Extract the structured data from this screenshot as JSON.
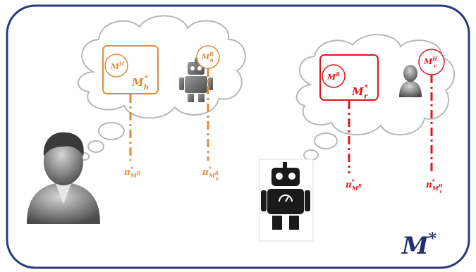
{
  "colors": {
    "frame_border": "#2b3a7a",
    "human_model": "#e08a3c",
    "robot_model": "#e0141c",
    "cloud_stroke": "#b8b8b8",
    "robot_fill": "#1a1a1a",
    "title_color": "#23306e"
  },
  "human_cloud": {
    "model_box_inner": "M",
    "model_box_inner_sup": "H",
    "model_box_main": "M",
    "model_box_main_sub": "h",
    "model_box_main_sup": "*",
    "robot_model": "M",
    "robot_model_sub": "h",
    "robot_model_sup": "R",
    "icon": "robot-icon"
  },
  "robot_cloud": {
    "model_box_inner": "M",
    "model_box_inner_sup": "R",
    "model_box_main": "M",
    "model_box_main_sub": "r",
    "model_box_main_sup": "*",
    "human_model": "M",
    "human_model_sub": "r",
    "human_model_sup": "H",
    "icon": "person-icon"
  },
  "policies": {
    "human_self": {
      "pi": "π",
      "star": "*",
      "sub": "M",
      "subsup": "H"
    },
    "human_robot": {
      "pi": "π",
      "star": "*",
      "sub": "M",
      "subsub": "h",
      "subsup": "R"
    },
    "robot_self": {
      "pi": "π",
      "star": "*",
      "sub": "M",
      "subsup": "R"
    },
    "robot_human": {
      "pi": "π",
      "star": "*",
      "sub": "M",
      "subsub": "r",
      "subsup": "H"
    }
  },
  "agents": {
    "human": "person-icon",
    "robot": "robot-icon"
  },
  "corner_label": {
    "main": "M",
    "sup": "*"
  }
}
